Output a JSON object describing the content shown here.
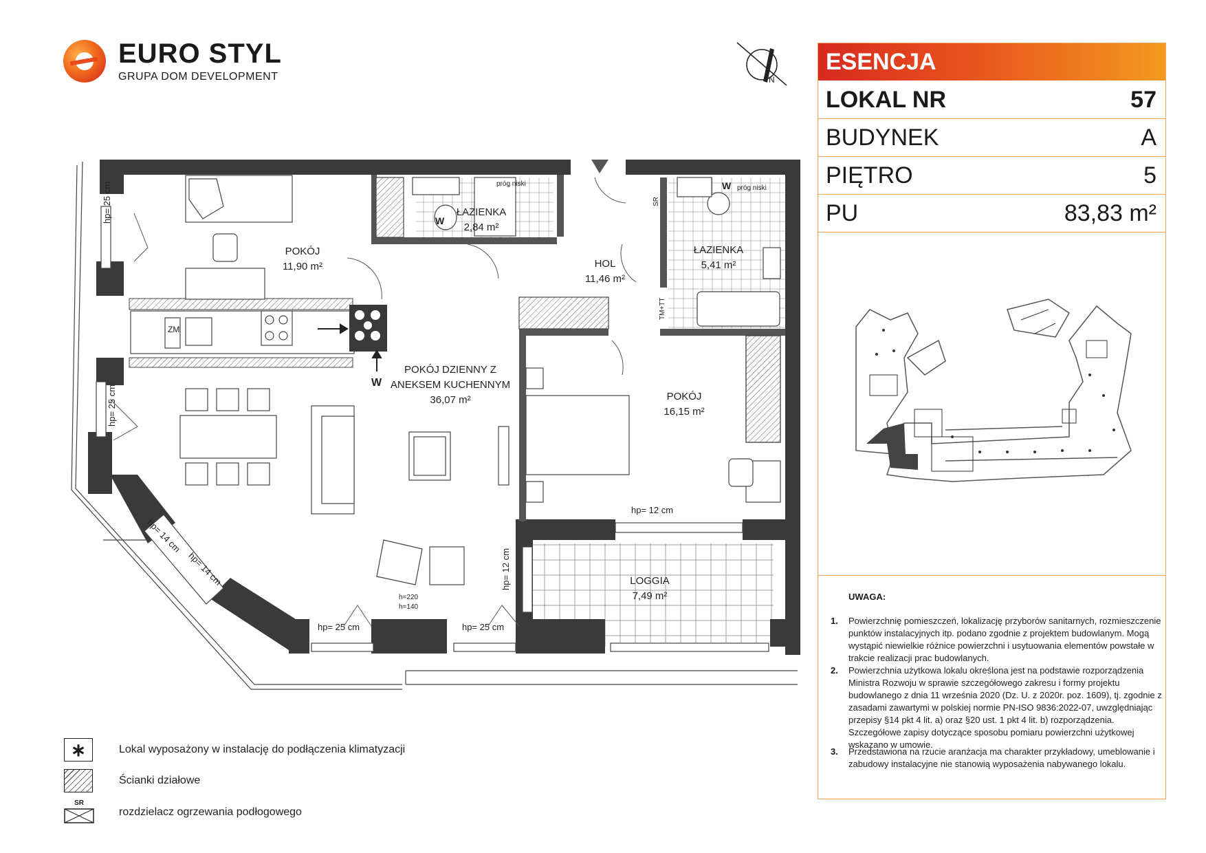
{
  "brand": {
    "name": "EURO STYL",
    "tagline": "GRUPA DOM DEVELOPMENT"
  },
  "panel": {
    "investment": "ESENCJA",
    "rows": [
      {
        "label": "LOKAL NR",
        "value": "57"
      },
      {
        "label": "BUDYNEK",
        "value": "A"
      },
      {
        "label": "PIĘTRO",
        "value": "5"
      },
      {
        "label": "PU",
        "value": "83,83 m²"
      }
    ]
  },
  "notes": {
    "title": "UWAGA:",
    "items": [
      {
        "n": "1.",
        "text": "Powierzchnię pomieszczeń, lokalizację przyborów sanitarnych, rozmieszczenie punktów instalacyjnych itp. podano zgodnie z projektem budowlanym. Mogą wystąpić niewielkie różnice powierzchni i usytuowania elementów powstałe w trakcie realizacji prac budowlanych."
      },
      {
        "n": "2.",
        "text": "Powierzchnia użytkowa lokalu określona jest na podstawie rozporządzenia Ministra Rozwoju w sprawie szczegółowego zakresu i formy projektu budowlanego z dnia 11 września 2020 (Dz. U. z 2020r. poz. 1609), tj. zgodnie z zasadami zawartymi w polskiej normie PN-ISO 9836:2022-07, uwzględniając przepisy §14 pkt 4 lit. a) oraz §20 ust. 1 pkt 4 lit. b) rozporządzenia. Szczegółowe zapisy dotyczące sposobu pomiaru powierzchni użytkowej wskazano w umowie."
      },
      {
        "n": "3.",
        "text": "Przedstawiona na rzucie aranżacja ma charakter przykładowy, umeblowanie i zabudowy instalacyjne nie stanowią wyposażenia nabywanego lokalu."
      }
    ]
  },
  "legend": {
    "ac_symbol": "∗",
    "ac_text": "Lokal wyposażony w instalację do podłączenia klimatyzacji",
    "walls_text": "Ścianki działowe",
    "sr_symbol": "SR",
    "sr_text": "rozdzielacz ogrzewania podłogowego"
  },
  "rooms": {
    "pokoj1": {
      "name": "POKÓJ",
      "area": "11,90 m²"
    },
    "lazienka1": {
      "name": "ŁAZIENKA",
      "area": "2,84 m²"
    },
    "hol": {
      "name": "HOL",
      "area": "11,46 m²"
    },
    "lazienka2": {
      "name": "ŁAZIENKA",
      "area": "5,41 m²"
    },
    "dzienny": {
      "name1": "POKÓJ DZIENNY Z",
      "name2": "ANEKSEM KUCHENNYM",
      "area": "36,07 m²"
    },
    "pokoj2": {
      "name": "POKÓJ",
      "area": "16,15 m²"
    },
    "loggia": {
      "name": "LOGGIA",
      "area": "7,49 m²"
    }
  },
  "plan_marks": {
    "hp25": "hp= 25 cm",
    "hp14": "hp= 14 cm",
    "hp12": "hp= 12 cm",
    "h140": "h=140",
    "h220": "h=220",
    "prog": "próg niski",
    "zm": "ZM",
    "sr": "SR",
    "tmtt": "TM+TT",
    "w": "W"
  }
}
